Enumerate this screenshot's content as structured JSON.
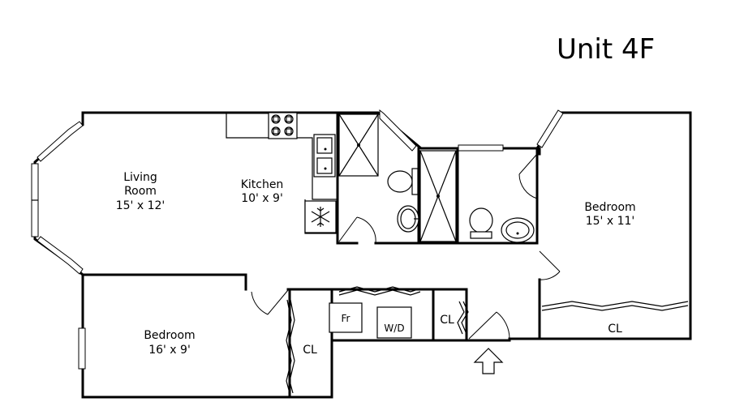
{
  "title": "Unit 4F",
  "rooms": {
    "living": {
      "name_line1": "Living",
      "name_line2": "Room",
      "size": "15' x 12'"
    },
    "kitchen": {
      "name": "Kitchen",
      "size": "10' x 9'"
    },
    "bedroom_right": {
      "name": "Bedroom",
      "size": "15' x 11'"
    },
    "bedroom_left": {
      "name": "Bedroom",
      "size": "16' x 9'"
    }
  },
  "labels": {
    "closet_left": "CL",
    "closet_hall": "CL",
    "closet_right": "CL",
    "fridge": "Fr",
    "washer_dryer": "W/D"
  },
  "icons": {
    "entry": "entry-arrow-icon",
    "freezer": "snowflake-icon",
    "stove": "stove-burners-icon"
  }
}
